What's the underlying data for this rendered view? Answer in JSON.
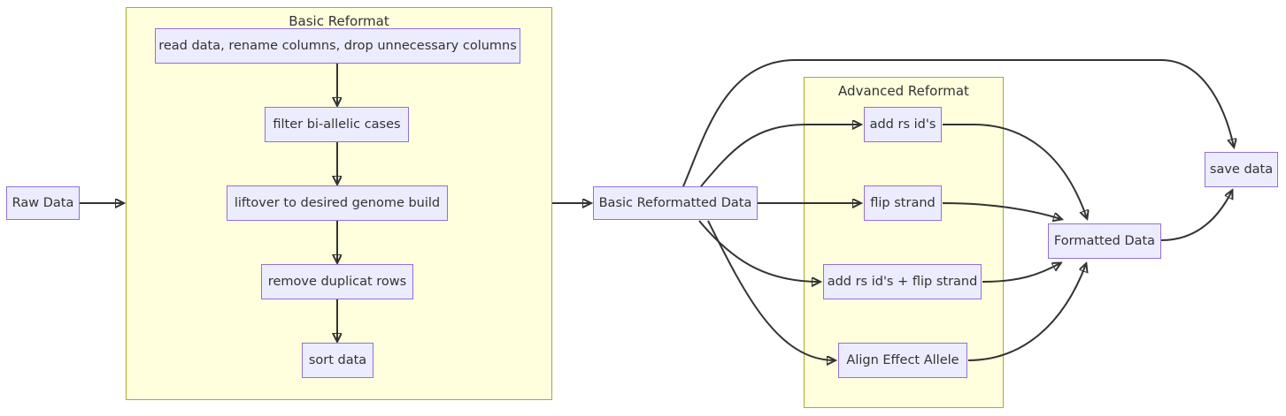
{
  "diagram": {
    "type": "flowchart",
    "direction": "left-to-right",
    "colors": {
      "node_fill": "#ECECFF",
      "node_border": "#9370DB",
      "cluster_fill": "#FFFFDE",
      "cluster_border": "#AAAA33",
      "edge": "#333333",
      "text": "#333333"
    },
    "containers": {
      "basic": {
        "label": "Basic Reformat"
      },
      "advanced": {
        "label": "Advanced Reformat"
      }
    },
    "nodes": {
      "raw_data": {
        "label": "Raw Data"
      },
      "read_data": {
        "label": "read data, rename columns, drop unnecessary columns"
      },
      "filter": {
        "label": "filter bi-allelic cases"
      },
      "liftover": {
        "label": "liftover to desired genome build"
      },
      "remove_dup": {
        "label": "remove duplicat rows"
      },
      "sort_data": {
        "label": "sort data"
      },
      "basic_reformatted": {
        "label": "Basic Reformatted Data"
      },
      "add_rs": {
        "label": "add rs id's"
      },
      "flip_strand": {
        "label": "flip strand"
      },
      "add_rs_flip": {
        "label": "add rs id's + flip strand"
      },
      "align_effect": {
        "label": "Align Effect Allele"
      },
      "formatted": {
        "label": "Formatted Data"
      },
      "save_data": {
        "label": "save data"
      }
    },
    "edges": [
      {
        "from": "raw_data",
        "to": "basic_reformat_container"
      },
      {
        "from": "read_data",
        "to": "filter"
      },
      {
        "from": "filter",
        "to": "liftover"
      },
      {
        "from": "liftover",
        "to": "remove_dup"
      },
      {
        "from": "remove_dup",
        "to": "sort_data"
      },
      {
        "from": "basic_reformat_container",
        "to": "basic_reformatted"
      },
      {
        "from": "basic_reformatted",
        "to": "add_rs"
      },
      {
        "from": "basic_reformatted",
        "to": "flip_strand"
      },
      {
        "from": "basic_reformatted",
        "to": "add_rs_flip"
      },
      {
        "from": "basic_reformatted",
        "to": "align_effect"
      },
      {
        "from": "basic_reformatted",
        "to": "save_data"
      },
      {
        "from": "add_rs",
        "to": "formatted"
      },
      {
        "from": "flip_strand",
        "to": "formatted"
      },
      {
        "from": "add_rs_flip",
        "to": "formatted"
      },
      {
        "from": "align_effect",
        "to": "formatted"
      },
      {
        "from": "formatted",
        "to": "save_data"
      }
    ]
  }
}
